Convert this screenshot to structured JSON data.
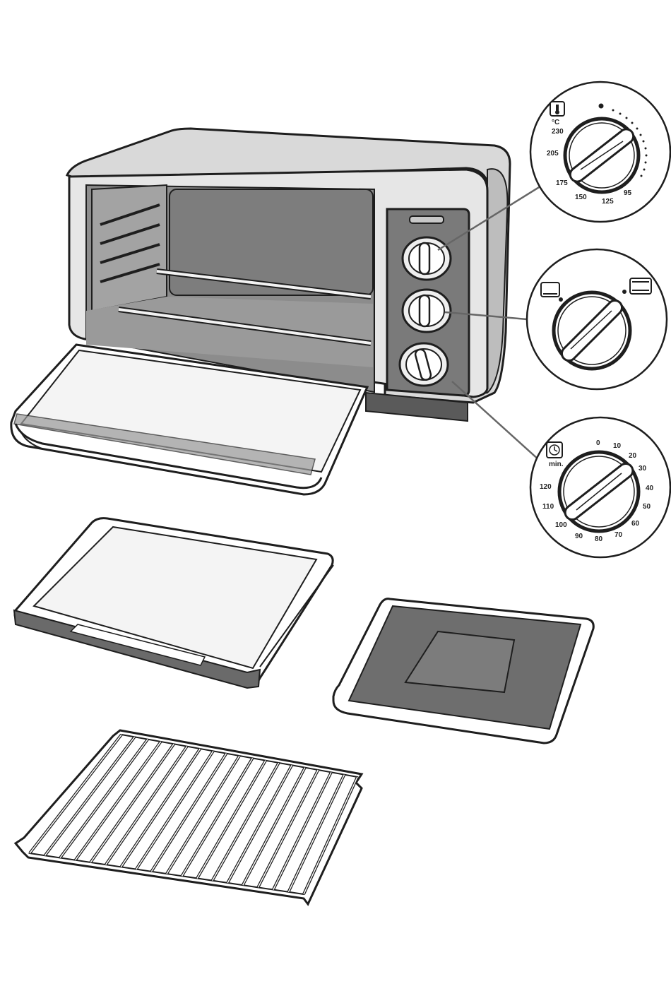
{
  "colors": {
    "outline": "#1e1e1e",
    "body": "#d9d9d9",
    "cavity": "#8c8c8c",
    "panel": "#7a7a7a",
    "dark": "#5a5a5a",
    "light": "#f2f2f2",
    "white": "#ffffff"
  },
  "temperature_dial": {
    "icon": "thermometer-icon",
    "unit": "°C",
    "marks": [
      "230",
      "205",
      "175",
      "150",
      "125",
      "95"
    ]
  },
  "function_dial": {
    "left_icon": "bottom-heat-icon",
    "right_icon": "top-bottom-heat-icon"
  },
  "timer_dial": {
    "icon": "clock-icon",
    "unit": "min.",
    "marks": [
      "0",
      "10",
      "20",
      "30",
      "40",
      "50",
      "60",
      "70",
      "80",
      "90",
      "100",
      "110",
      "120"
    ]
  },
  "accessories": [
    {
      "name": "baking-tray"
    },
    {
      "name": "drip-pan"
    },
    {
      "name": "wire-rack"
    }
  ]
}
